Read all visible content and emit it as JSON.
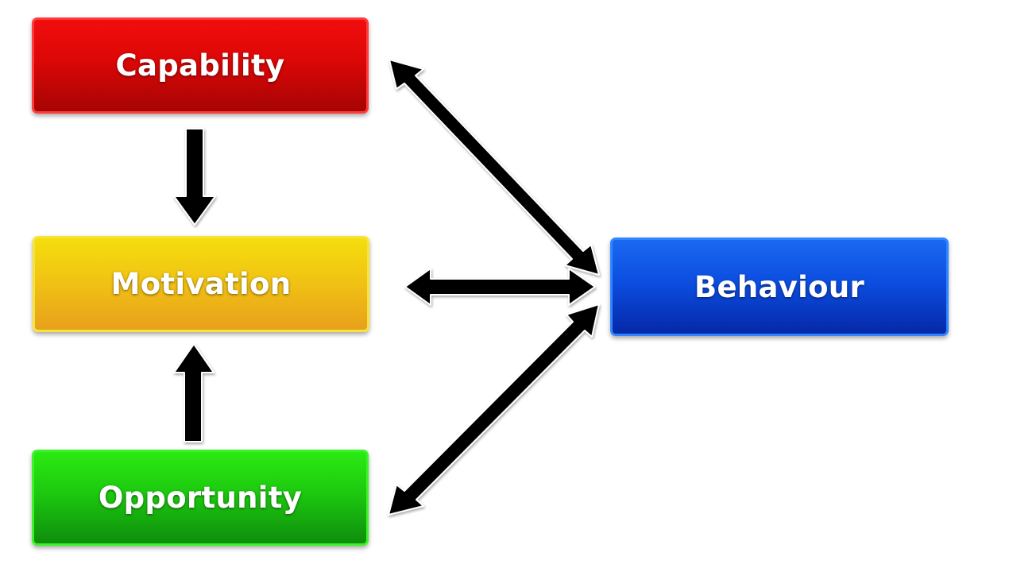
{
  "diagram": {
    "nodes": {
      "capability": {
        "label": "Capability",
        "color": "#dc0707"
      },
      "motivation": {
        "label": "Motivation",
        "color": "#f1c413"
      },
      "opportunity": {
        "label": "Opportunity",
        "color": "#1dc90f"
      },
      "behaviour": {
        "label": "Behaviour",
        "color": "#0c4ee0"
      }
    },
    "edges": [
      {
        "from": "capability",
        "to": "motivation",
        "direction": "one-way"
      },
      {
        "from": "opportunity",
        "to": "motivation",
        "direction": "one-way"
      },
      {
        "from": "capability",
        "to": "behaviour",
        "direction": "two-way"
      },
      {
        "from": "motivation",
        "to": "behaviour",
        "direction": "two-way"
      },
      {
        "from": "opportunity",
        "to": "behaviour",
        "direction": "two-way"
      }
    ],
    "arrow_color": "#000000"
  }
}
